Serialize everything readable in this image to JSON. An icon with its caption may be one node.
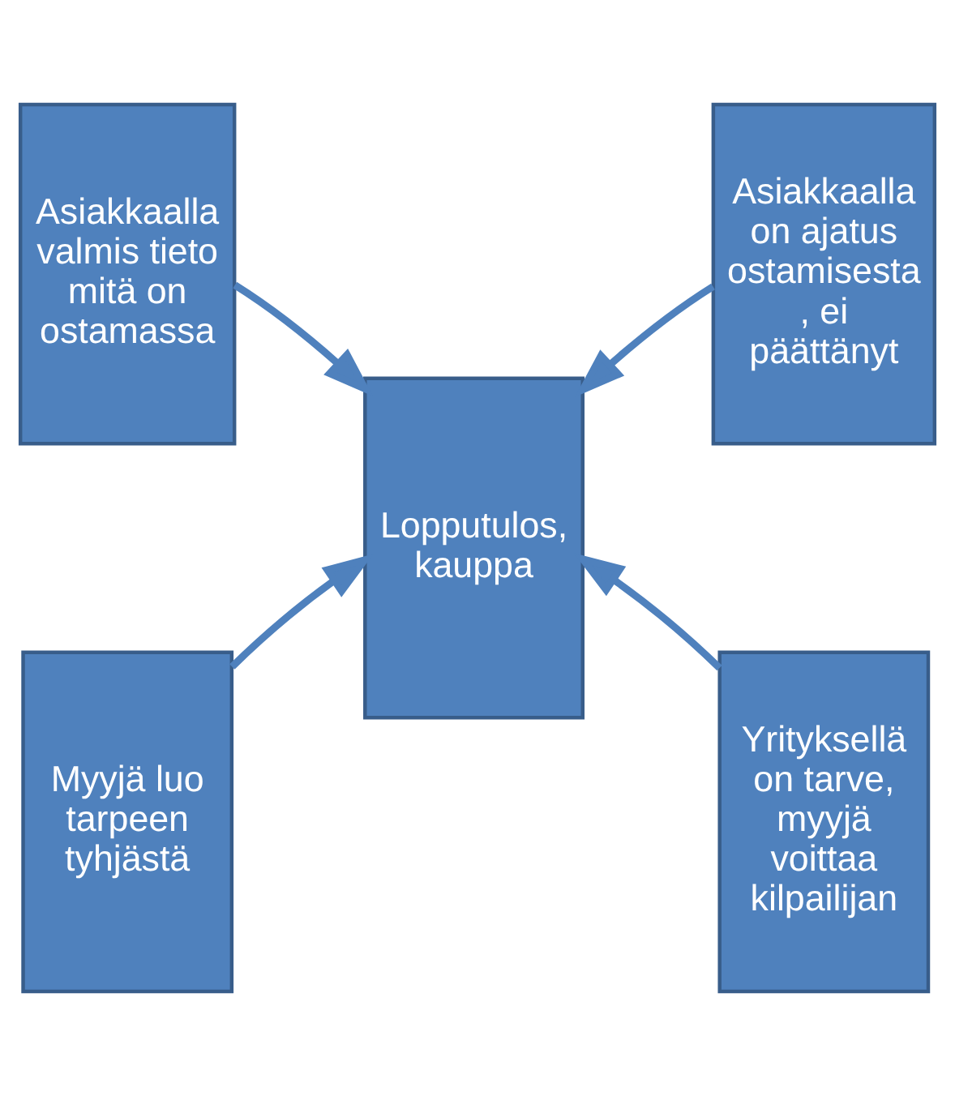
{
  "diagram": {
    "nodes": [
      {
        "text": [
          "Asiakkaalla valmis tieto mitä on ostamassa"
        ]
      },
      {
        "text": [
          "Asiakkaalla on ajatus ostamisesta , ei päättänyt"
        ]
      },
      {
        "text": [
          "Lopputulos, kauppa"
        ]
      },
      {
        "text": [
          "Myyjä luo tarpeen tyhjästä"
        ]
      },
      {
        "text": [
          "Yrityksellä on tarve, myyjä voittaa kilpailijan"
        ]
      }
    ],
    "edges": [
      {
        "from": 0,
        "to": 2,
        "arrow": "to"
      },
      {
        "from": 1,
        "to": 2,
        "arrow": "to"
      },
      {
        "from": 3,
        "to": 2,
        "arrow": "to"
      },
      {
        "from": 4,
        "to": 2,
        "arrow": "to"
      }
    ]
  }
}
